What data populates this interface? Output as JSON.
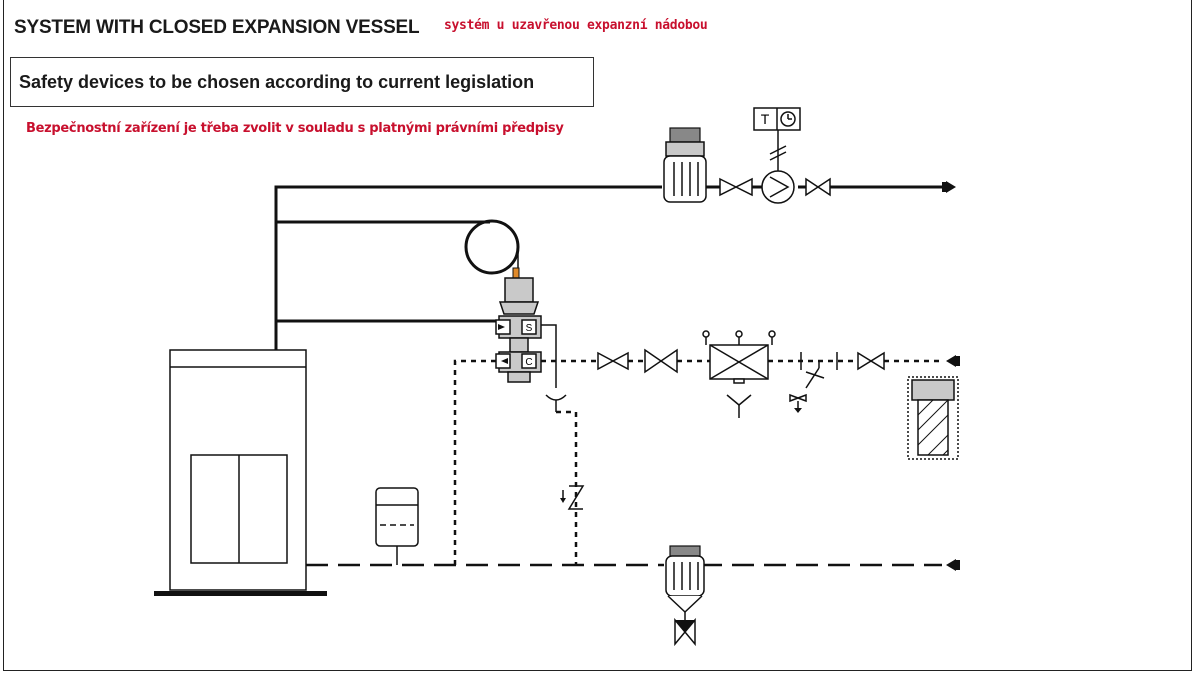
{
  "title": "SYSTEM WITH CLOSED EXPANSION VESSEL",
  "title_translation": "systém u uzavřenou expanzní nádobou",
  "note": "Safety devices to be chosen according to current legislation",
  "note_translation": "Bezpečnostní zařízení je třeba zvolit v souladu s platnými právními předpisy",
  "controller": {
    "t_label": "T",
    "clock_icon": "clock-icon"
  },
  "valve_labels": {
    "s": "S",
    "c": "C"
  },
  "colors": {
    "text": "#1a1a1a",
    "translation": "#c8102e",
    "pipe": "#111111",
    "component_fill": "#c9c9c9"
  }
}
